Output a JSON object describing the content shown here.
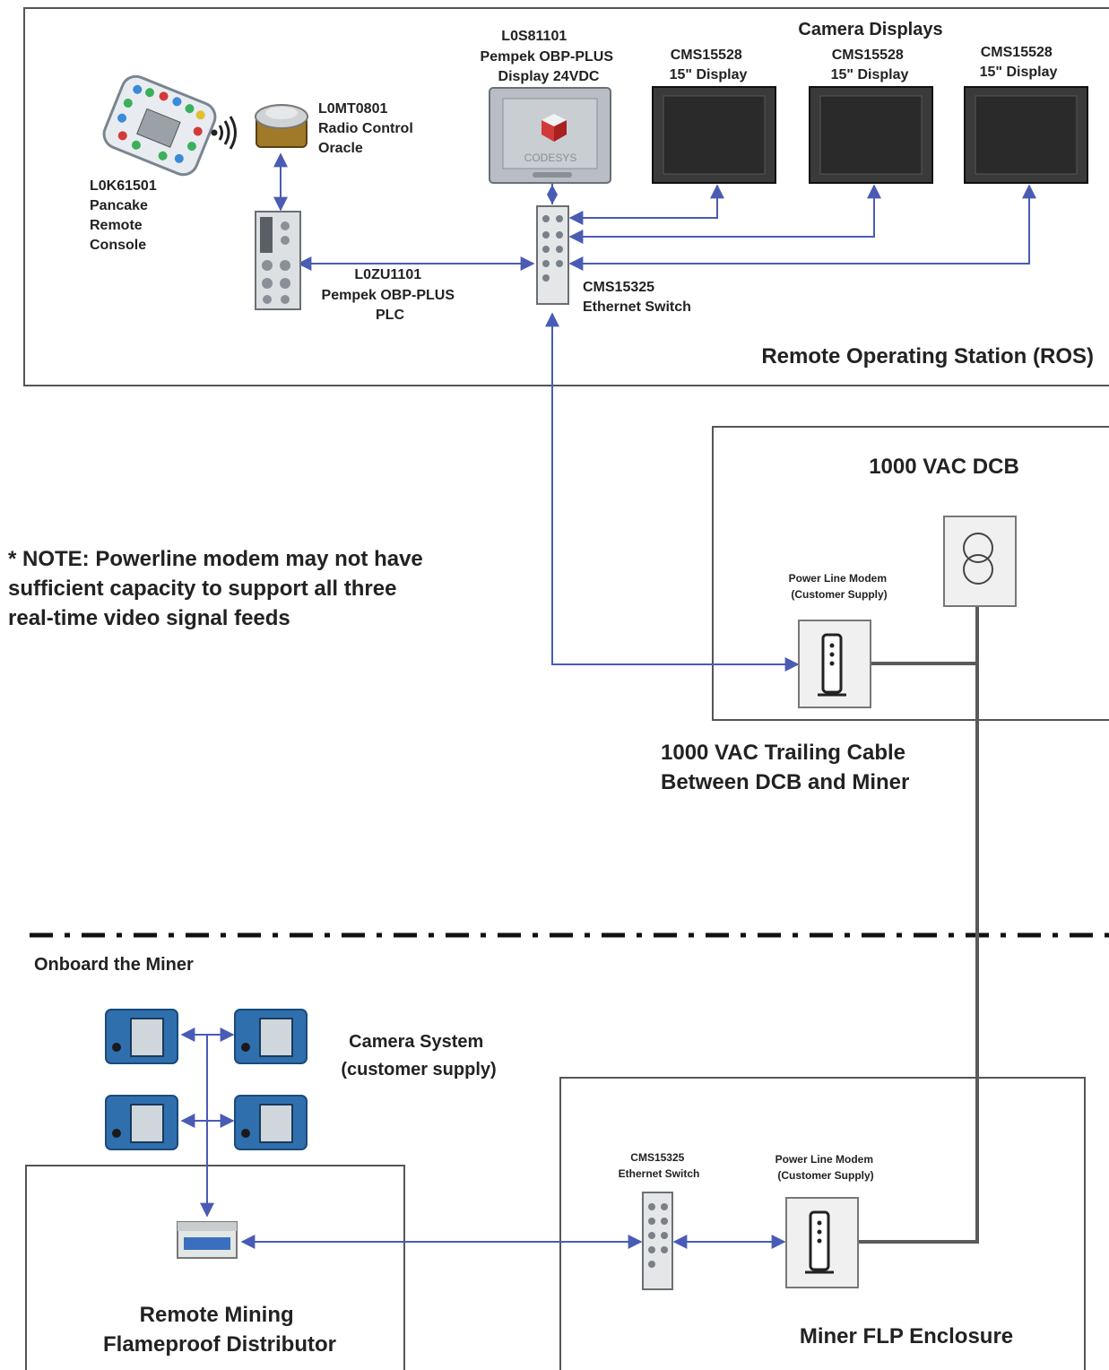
{
  "sections": {
    "ros": "Remote Operating Station (ROS)",
    "dcb": "1000 VAC DCB",
    "onboard": "Onboard the Miner",
    "distributor": [
      "Remote Mining",
      "Flameproof Distributor"
    ],
    "flp": "Miner FLP Enclosure"
  },
  "camera_displays_heading": "Camera Displays",
  "devices": {
    "console": [
      "L0K61501",
      "Pancake",
      "Remote",
      "Console"
    ],
    "radio": [
      "L0MT0801",
      "Radio Control",
      "Oracle"
    ],
    "plc": [
      "L0ZU1101",
      "Pempek OBP-PLUS",
      "PLC"
    ],
    "display": [
      "L0S81101",
      "Pempek OBP-PLUS",
      "Display 24VDC"
    ],
    "display_screen_text": "CODESYS",
    "cam_display_1": [
      "CMS15528",
      "15\" Display"
    ],
    "cam_display_2": [
      "CMS15528",
      "15\" Display"
    ],
    "cam_display_3": [
      "CMS15528",
      "15\" Display"
    ],
    "ros_switch": [
      "CMS15325",
      "Ethernet Switch"
    ],
    "dcb_modem": [
      "Power Line Modem",
      "(Customer Supply)"
    ],
    "miner_switch": [
      "CMS15325",
      "Ethernet Switch"
    ],
    "miner_modem": [
      "Power Line Modem",
      "(Customer Supply)"
    ],
    "camera_system": [
      "Camera System",
      "(customer supply)"
    ]
  },
  "note": [
    "* NOTE: Powerline modem may not have",
    "sufficient capacity to support all three",
    "real-time video signal feeds"
  ],
  "trailing_cable": [
    "1000 VAC Trailing Cable",
    "Between DCB and Miner"
  ],
  "colors": {
    "link": "#4a5bb5",
    "power": "#5a5a5a",
    "camera_body": "#2f6fae",
    "display_face": "#3a3a3a"
  }
}
